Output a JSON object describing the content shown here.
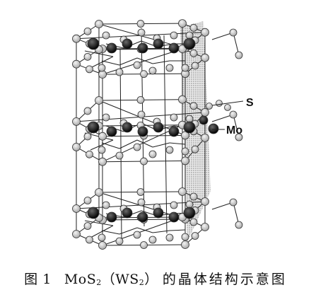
{
  "labels": {
    "s": "S",
    "mo": "Mo"
  },
  "caption": {
    "fig_number": "图 1",
    "formula_1_base": "MoS",
    "formula_1_sub": "2",
    "paren_open": "（",
    "formula_2_base": "WS",
    "formula_2_sub": "2",
    "paren_close": "）",
    "tail": "的晶体结构示意图"
  },
  "colors": {
    "mo_atom": "#1a1a1a",
    "s_atom": "#c8c8c8",
    "shade": "#b0b0b0",
    "line": "#222222"
  }
}
